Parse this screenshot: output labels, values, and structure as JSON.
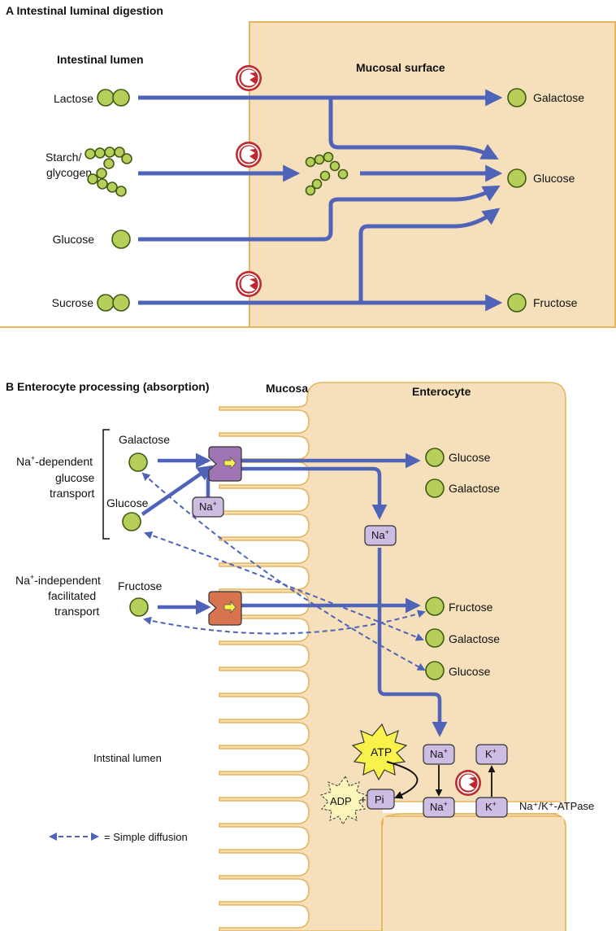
{
  "panel_a": {
    "title": "A  Intestinal luminal digestion",
    "lumen_label": "Intestinal lumen",
    "mucosal_label": "Mucosal surface",
    "left": {
      "lactose": "Lactose",
      "starch_1": "Starch/",
      "starch_2": "glycogen",
      "glucose": "Glucose",
      "sucrose": "Sucrose"
    },
    "right": {
      "galactose": "Galactose",
      "glucose": "Glucose",
      "fructose": "Fructose"
    }
  },
  "panel_b": {
    "title": "B  Enterocyte processing (absorption)",
    "mucosa_label": "Mucosa",
    "enterocyte_label": "Enterocyte",
    "na_dep_1": "Na",
    "na_dep_sup": "+",
    "na_dep_1b": "-dependent",
    "na_dep_2": "glucose",
    "na_dep_3": "transport",
    "na_indep_1": "Na",
    "na_indep_sup": "+",
    "na_indep_1b": "-independent",
    "na_indep_2": "facilitated",
    "na_indep_3": "transport",
    "left_galactose": "Galactose",
    "left_glucose": "Glucose",
    "left_fructose": "Fructose",
    "in_glucose": "Glucose",
    "in_galactose": "Galactose",
    "in_fructose": "Fructose",
    "in_galactose_2": "Galactose",
    "in_glucose_2": "Glucose",
    "na_box": "Na",
    "na_box_sup": "+",
    "k_box": "K",
    "k_box_sup": "+",
    "atp": "ATP",
    "adp": "ADP",
    "adp_plus": "+",
    "pi": "Pi",
    "pump_label": "Na⁺/K⁺-ATPase",
    "lumen_label": "Intstinal lumen",
    "legend": "= Simple diffusion"
  },
  "colors": {
    "arrow": "#4f63b8",
    "substrate": "#b6cf5a",
    "mucosa": "#f6e0bb",
    "enzyme": "#c0282e",
    "transporter_na": "#9e74b3",
    "transporter_fac": "#d8734f",
    "ion_box": "#cdbde3",
    "atp_burst": "#f8f24a",
    "adp_burst": "#fbf5ba"
  },
  "icons": [
    "enzyme-icon",
    "sglt-transporter-icon",
    "glut-transporter-icon",
    "atp-burst-icon",
    "adp-burst-icon"
  ]
}
